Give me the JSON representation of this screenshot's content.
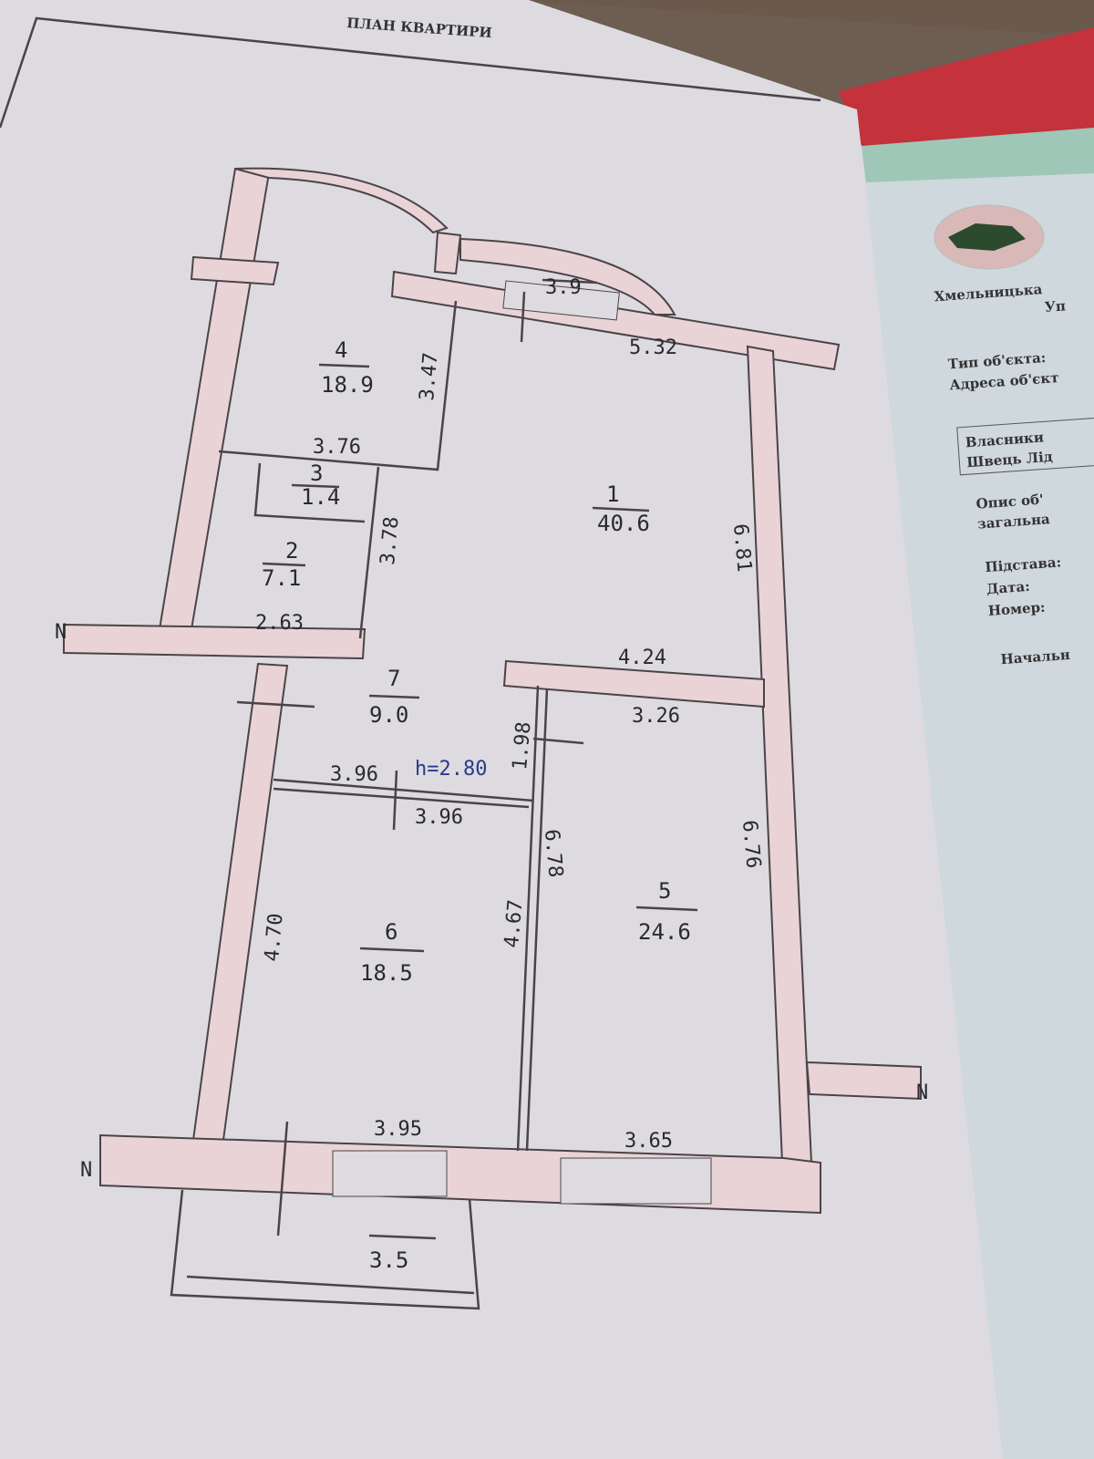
{
  "page_title": "ПЛАН КВАРТИРИ",
  "rooms": [
    {
      "num": "1",
      "area": "40.6"
    },
    {
      "num": "2",
      "area": "7.1"
    },
    {
      "num": "3",
      "area": "1.4"
    },
    {
      "num": "4",
      "area": "18.9"
    },
    {
      "num": "5",
      "area": "24.6"
    },
    {
      "num": "6",
      "area": "18.5"
    },
    {
      "num": "7",
      "area": "9.0"
    }
  ],
  "balconies": [
    "3.9",
    "3.5"
  ],
  "dimensions": {
    "d347": "3.47",
    "d376": "3.76",
    "d378": "3.78",
    "d263": "2.63",
    "d532": "5.32",
    "d681": "6.81",
    "d424": "4.24",
    "d326": "3.26",
    "d198": "1.98",
    "d396a": "3.96",
    "d396b": "3.96",
    "height": "h=2.80",
    "d678": "6.78",
    "d467": "4.67",
    "d470": "4.70",
    "d676": "6.76",
    "d395": "3.95",
    "d365": "3.65"
  },
  "wall_marks": [
    "N",
    "N",
    "N"
  ],
  "side_document": {
    "emblem_caption": "Хмельницька",
    "heading": "Уп",
    "lines": [
      "Тип об'єкта:",
      "Адреса об'єкт",
      "Власники",
      "Швець Лід",
      "Опис об'",
      "загальна",
      "Підстава:",
      "Дата:",
      "Номер:",
      "Начальн"
    ]
  },
  "colors": {
    "wall_fill": "#e9d3d6",
    "paper": "#dddbe0",
    "ink": "#2a2a2e"
  }
}
